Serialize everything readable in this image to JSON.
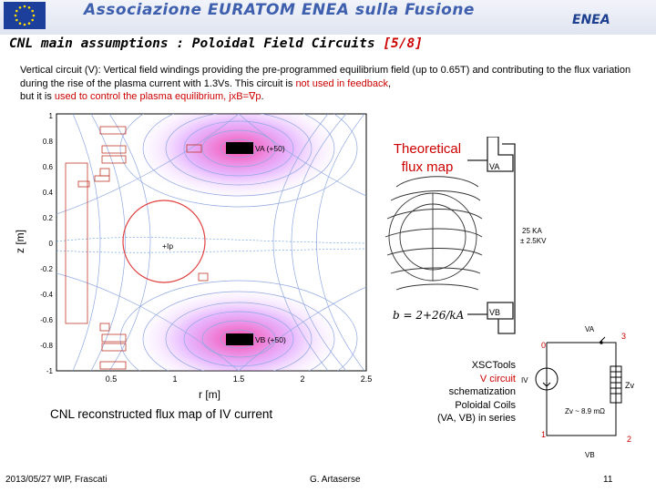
{
  "header": {
    "organization": "Associazione EURATOM ENEA sulla Fusione",
    "logo": "ENEA",
    "eu_flag_icon": "eu-flag-icon"
  },
  "title": {
    "main": "CNL main assumptions : Poloidal Field Circuits",
    "page_ref": "[5/8]"
  },
  "description": {
    "p1": "Vertical circuit (V): Vertical field windings providing the pre-programmed equilibrium field (up to 0.65T) and contributing to the flux variation during the rise of the plasma current with 1.3Vs. This circuit is",
    "p2": "not used in feedback",
    "p3": ",",
    "p4": "but it is",
    "p5": "used to control the plasma equilibrium, jxB=∇p",
    "p6": "."
  },
  "plot": {
    "xlabel": "r [m]",
    "ylabel": "z [m]",
    "xticks": [
      "0.5",
      "1",
      "1.5",
      "2",
      "2.5"
    ],
    "yticks": [
      "1",
      "0.8",
      "0.6",
      "0.4",
      "0.2",
      "0",
      "-0.2",
      "-0.4",
      "-0.6",
      "-0.8",
      "-1"
    ],
    "coil_va": "VA (+50)",
    "coil_vb": "VB (+50)",
    "plasma": "+Ip"
  },
  "theory": {
    "line1": "Theoretical",
    "line2": "flux map",
    "va": "VA",
    "vb": "VB",
    "current": "25 KA",
    "voltage": "± 2.5KV",
    "handwritten": "b = 2+26/kA"
  },
  "captions": {
    "cnl": "CNL reconstructed flux map of IV current",
    "xsc_l1": "XSCTools",
    "xsc_l2": "V circuit",
    "xsc_l3": "schematization",
    "xsc_l4": "Poloidal Coils",
    "xsc_l5": "(VA, VB) in series"
  },
  "circuit": {
    "va": "VA",
    "vb": "VB",
    "iv": "IV",
    "zv": "Zv",
    "zv_value": "Zv ~ 8.9 mΩ",
    "n0": "0",
    "n1": "1",
    "n2": "2",
    "n3": "3"
  },
  "footer": {
    "date": "2013/05/27 WIP, Frascati",
    "author": "G. Artaserse",
    "page": "11"
  }
}
